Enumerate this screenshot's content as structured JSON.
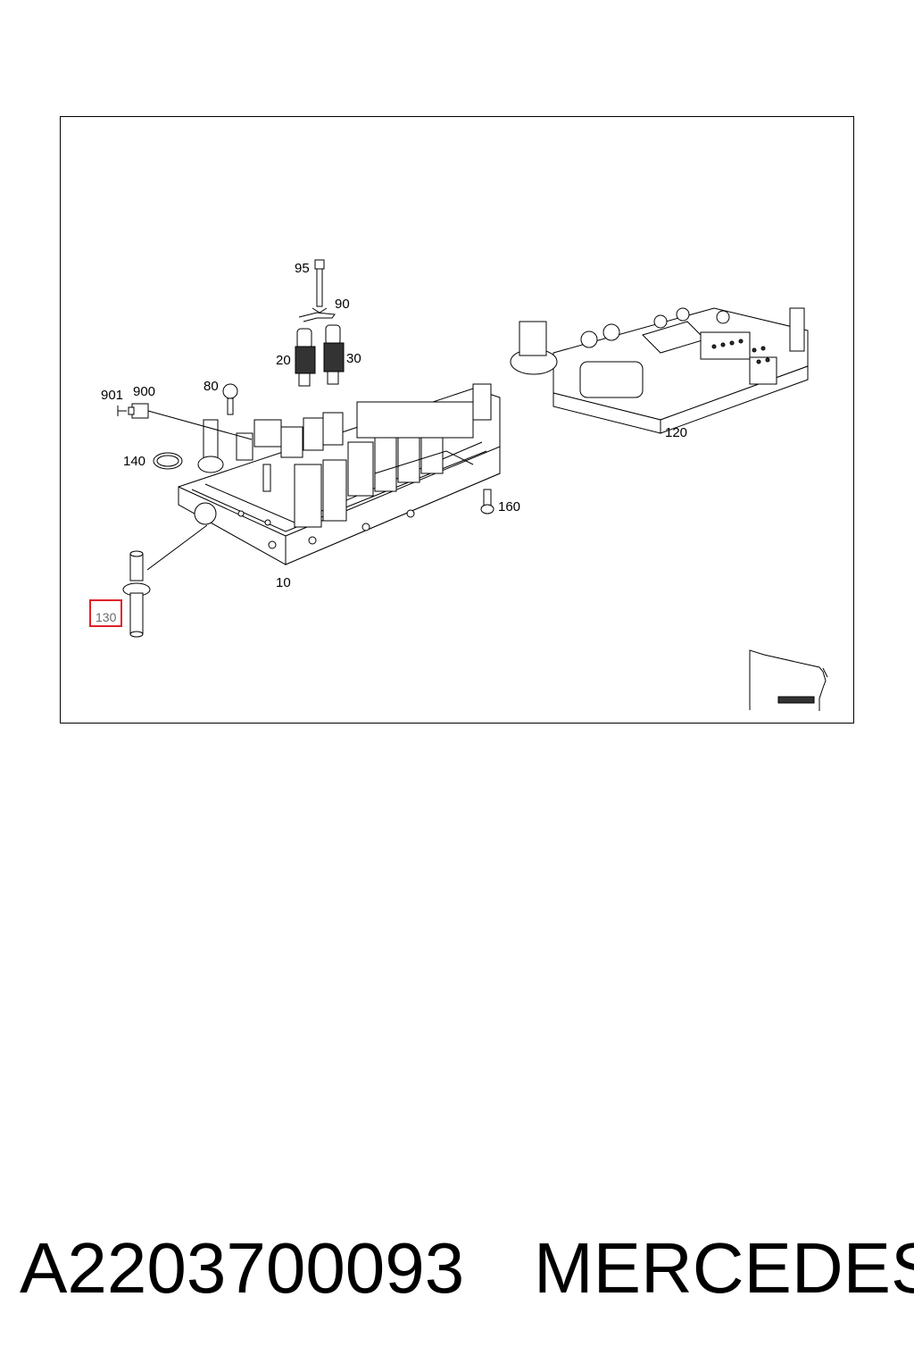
{
  "diagram": {
    "callouts": {
      "c10": "10",
      "c20": "20",
      "c30": "30",
      "c80": "80",
      "c90": "90",
      "c95": "95",
      "c120": "120",
      "c130": "130",
      "c140": "140",
      "c160": "160",
      "c900": "900",
      "c901": "901"
    },
    "highlighted_callout": "130",
    "highlight_color": "#e0202a"
  },
  "caption": {
    "part_number": "A2203700093",
    "brand": "MERCEDES"
  }
}
